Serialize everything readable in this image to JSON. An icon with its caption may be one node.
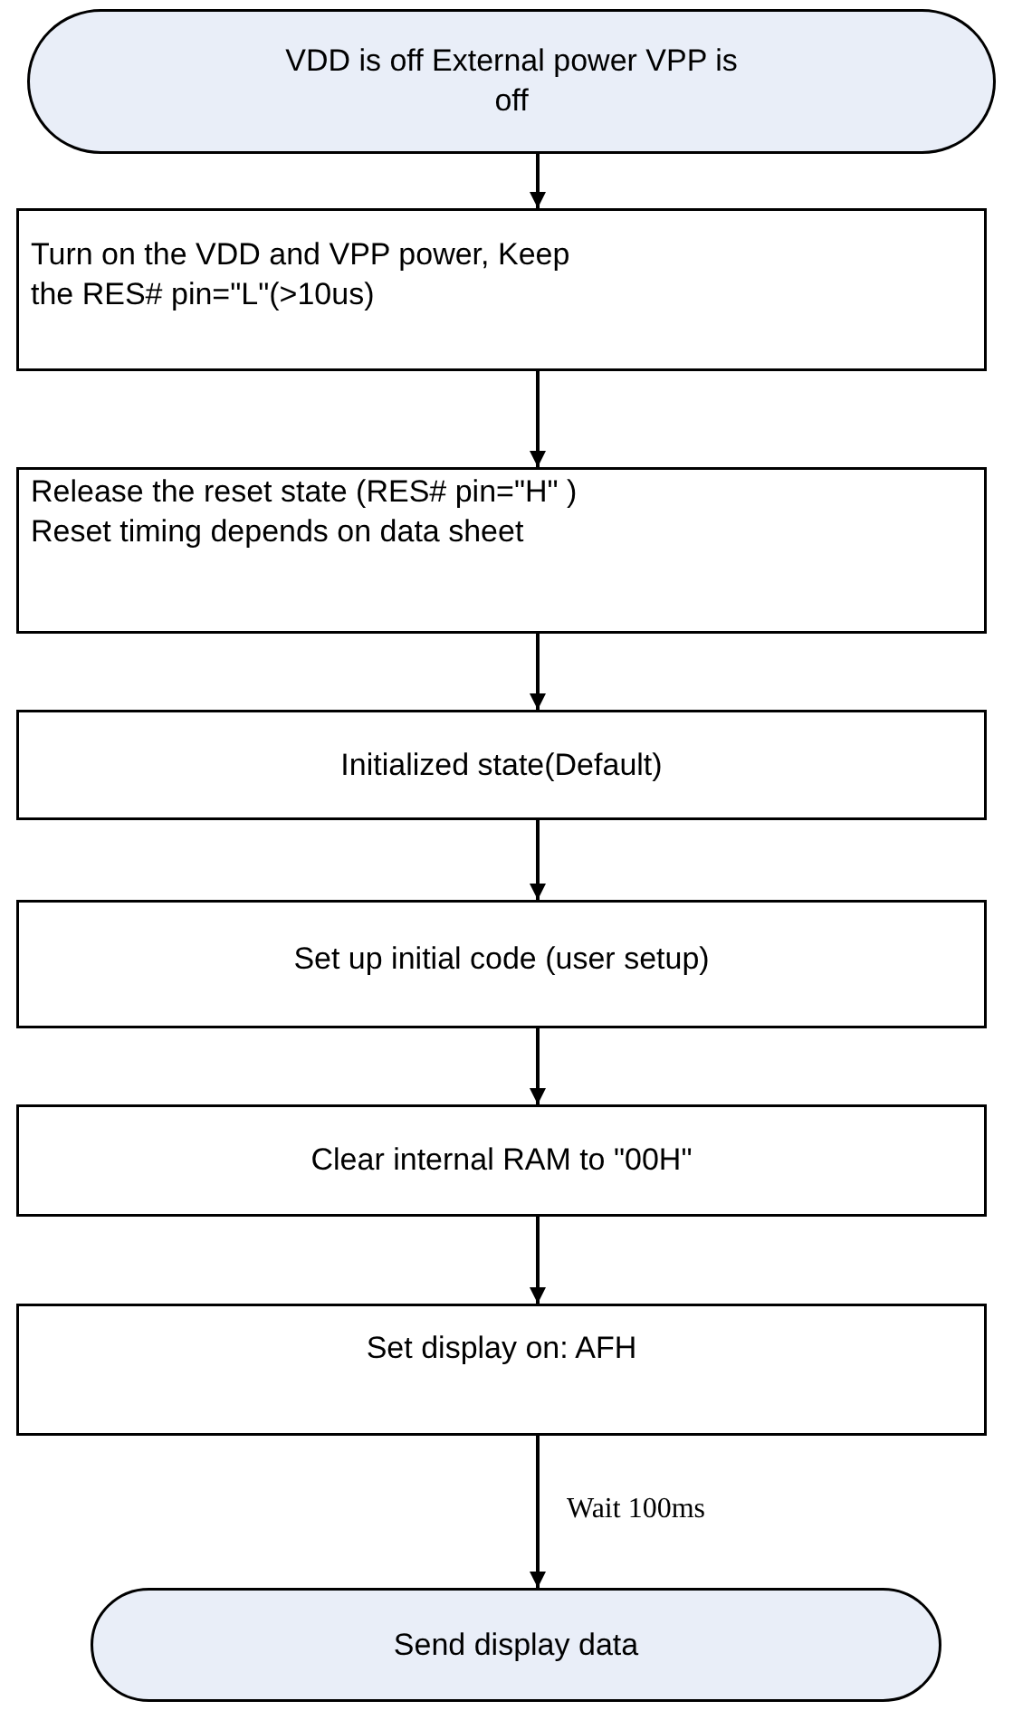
{
  "diagram": {
    "nodes": [
      {
        "text": [
          "VDD is off External power VPP is off"
        ]
      },
      {
        "text": [
          "Turn on the VDD and VPP power, Keep the  RES# pin=\"L\"(>10us)"
        ]
      },
      {
        "text": [
          "Release the reset state (RES# pin=\"H\" ) Reset timing depends on data sheet"
        ]
      },
      {
        "text": [
          "Initialized state(Default)"
        ]
      },
      {
        "text": [
          "Set up initial code (user setup)"
        ]
      },
      {
        "text": [
          "Clear internal RAM to \"00H\""
        ]
      },
      {
        "text": [
          "Set display on: AFH"
        ]
      },
      {
        "text": [
          "Send display data"
        ]
      }
    ],
    "edges": [
      {
        "from": 0,
        "to": 1,
        "arrow": "to"
      },
      {
        "from": 1,
        "to": 2,
        "arrow": "to"
      },
      {
        "from": 2,
        "to": 3,
        "arrow": "to"
      },
      {
        "from": 3,
        "to": 4,
        "arrow": "to"
      },
      {
        "from": 4,
        "to": 5,
        "arrow": "to"
      },
      {
        "from": 5,
        "to": 6,
        "arrow": "to"
      },
      {
        "from": 6,
        "to": 7,
        "arrow": "to",
        "label": "Wait 100ms"
      }
    ]
  }
}
